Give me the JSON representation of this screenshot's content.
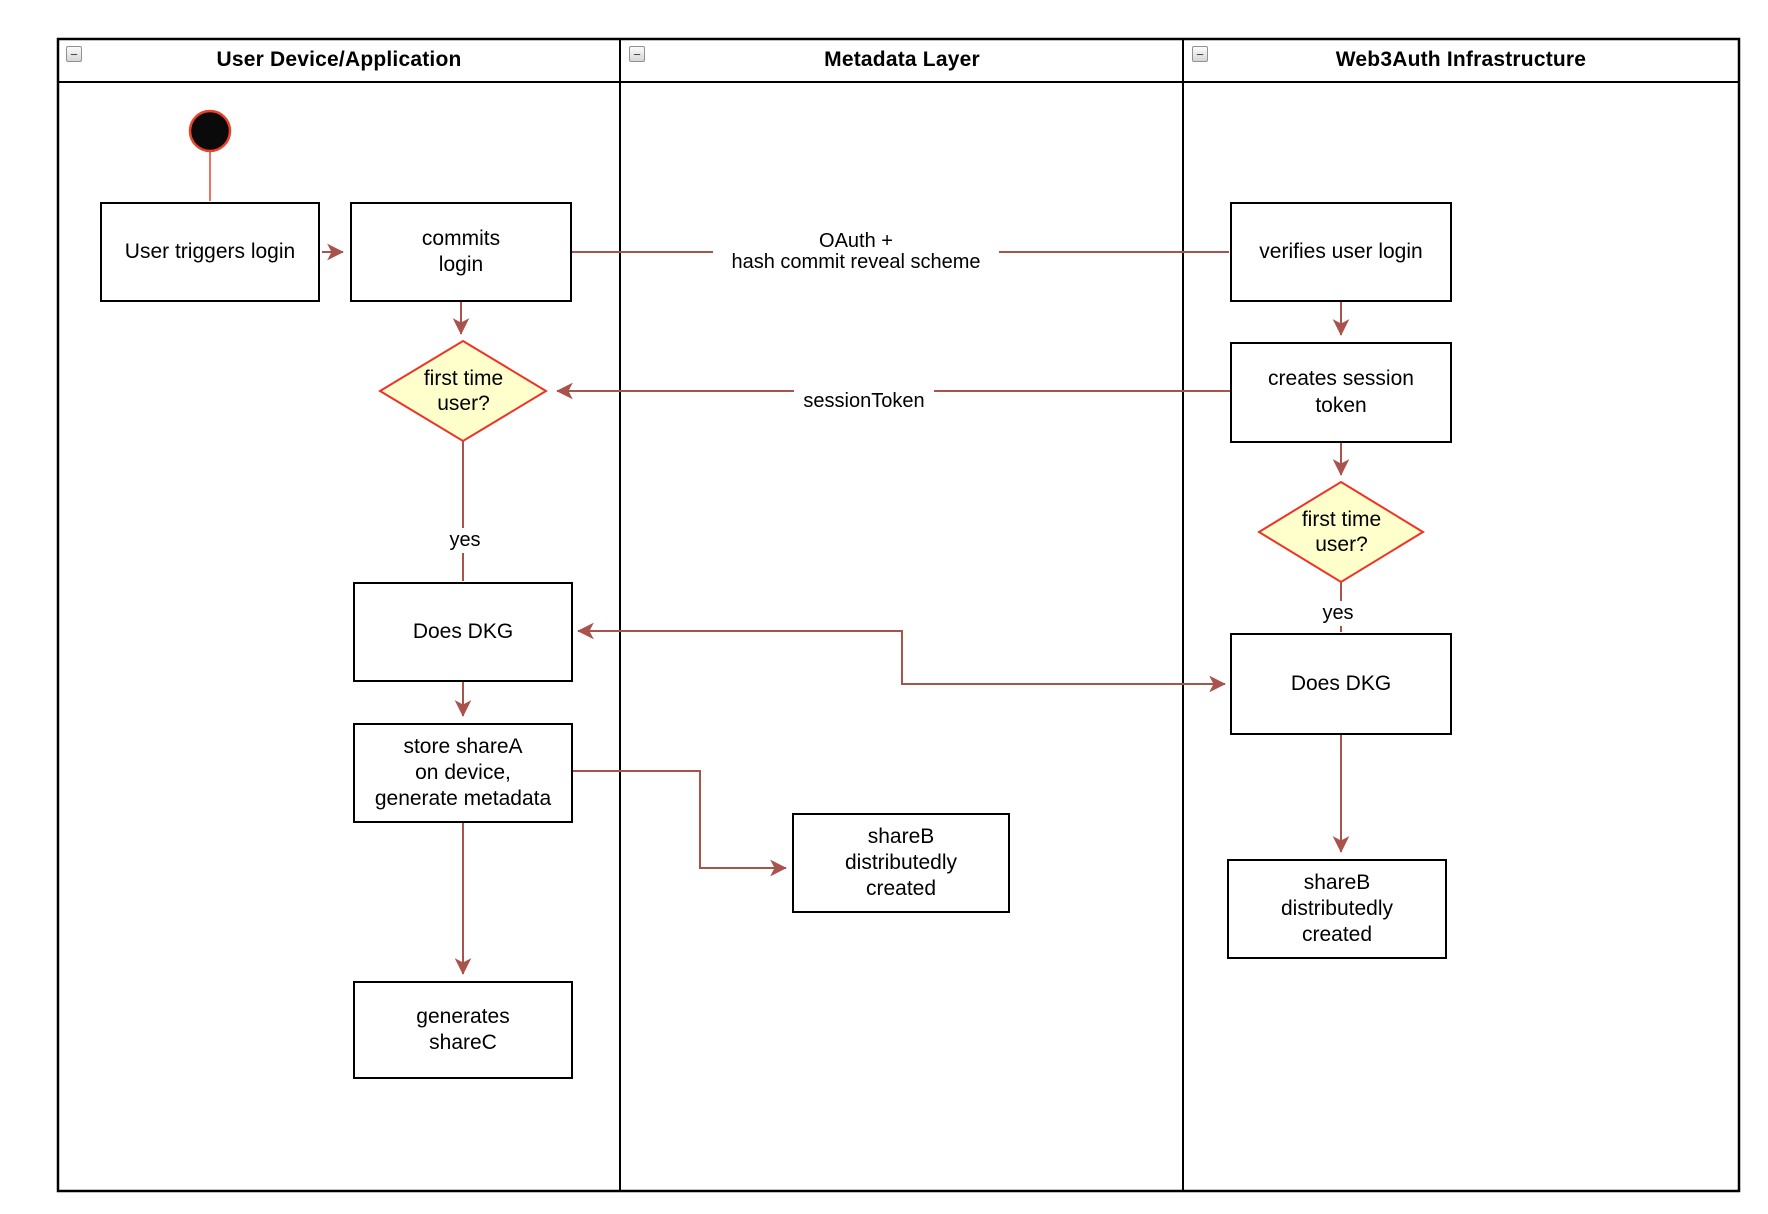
{
  "lanes": [
    {
      "title": "User Device/Application"
    },
    {
      "title": "Metadata Layer"
    },
    {
      "title": "Web3Auth Infrastructure"
    }
  ],
  "icons": {
    "collapse": "−"
  },
  "nodes": {
    "userTriggersLogin": "User triggers login",
    "commitsLogin": "commits\nlogin",
    "firstTimeUserDevice": "first time\nuser?",
    "doesDkgDevice": "Does DKG",
    "storeShareA": "store shareA\non device,\ngenerate metadata",
    "generatesShareC": "generates\nshareC",
    "shareBMetadata": "shareB\ndistributedly\ncreated",
    "verifiesUserLogin": "verifies user login",
    "createsSessionToken": "creates session\ntoken",
    "firstTimeUserInfra": "first time\nuser?",
    "doesDkgInfra": "Does DKG",
    "shareBInfra": "shareB\ndistributedly\ncreated"
  },
  "edges": {
    "oauthLabel": "OAuth +\nhash commit reveal scheme",
    "sessionTokenLabel": "sessionToken",
    "yesDevice": "yes",
    "yesInfra": "yes"
  },
  "colors": {
    "connector": "#A9534D",
    "decisionFill": "#FFFFCC",
    "decisionStroke": "#F03226",
    "startFill": "#0A0A0A",
    "startStroke": "#E8432D",
    "nodeBorder": "#000000",
    "laneBorder": "#000000"
  }
}
